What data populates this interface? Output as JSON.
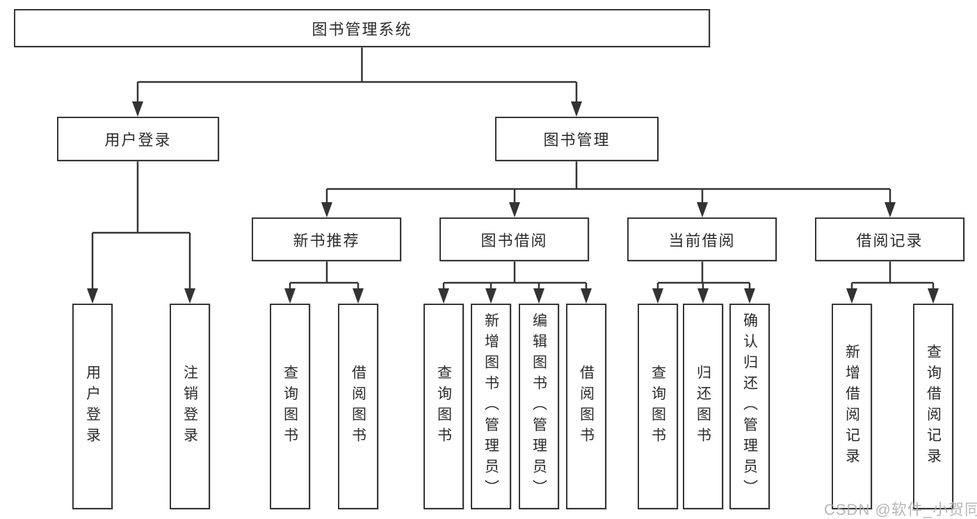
{
  "diagram": {
    "tree": {
      "label": "图书管理系统",
      "children": [
        {
          "label": "用户登录",
          "children": [
            {
              "label": "用户登录"
            },
            {
              "label": "注销登录"
            }
          ]
        },
        {
          "label": "图书管理",
          "children": [
            {
              "label": "新书推荐",
              "children": [
                {
                  "label": "查询图书"
                },
                {
                  "label": "借阅图书"
                }
              ]
            },
            {
              "label": "图书借阅",
              "children": [
                {
                  "label": "查询图书"
                },
                {
                  "label": "新增图书（管理员）"
                },
                {
                  "label": "编辑图书（管理员）"
                },
                {
                  "label": "借阅图书"
                }
              ]
            },
            {
              "label": "当前借阅",
              "children": [
                {
                  "label": "查询图书"
                },
                {
                  "label": "归还图书"
                },
                {
                  "label": "确认归还（管理员）"
                }
              ]
            },
            {
              "label": "借阅记录",
              "children": [
                {
                  "label": "新增借阅记录"
                },
                {
                  "label": "查询借阅记录"
                }
              ]
            }
          ]
        }
      ]
    },
    "line_color": "#333333"
  },
  "watermark": {
    "text": "CSDN @软件_小贺同学"
  }
}
